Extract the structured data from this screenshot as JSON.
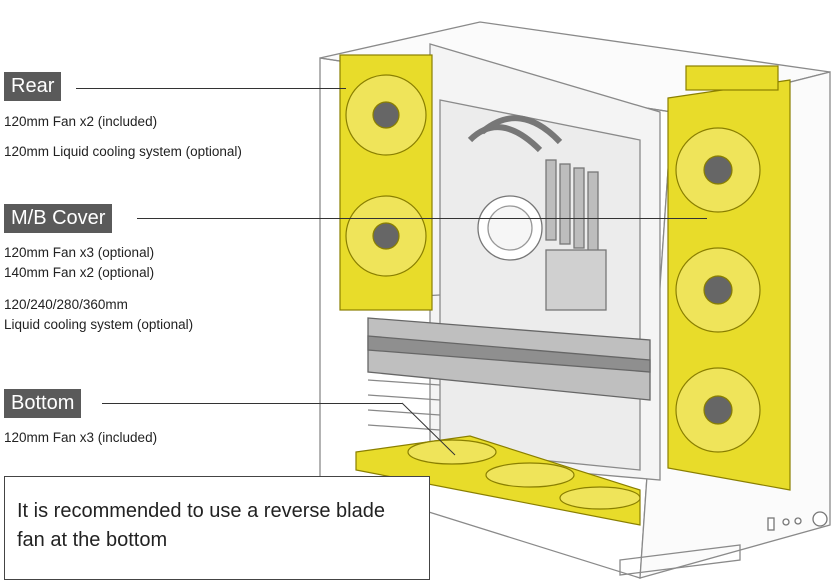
{
  "colors": {
    "fan_yellow": "#e8dc2a",
    "tag_bg": "#5a5a5a",
    "line_gray": "#888888"
  },
  "sections": {
    "rear": {
      "tag": "Rear",
      "lines": [
        "120mm Fan x2 (included)",
        "120mm Liquid cooling system (optional)"
      ]
    },
    "mb_cover": {
      "tag": "M/B Cover",
      "lines": [
        "120mm Fan x3 (optional)",
        "140mm Fan x2 (optional)",
        "120/240/280/360mm",
        "Liquid cooling system (optional)"
      ]
    },
    "bottom": {
      "tag": "Bottom",
      "lines": [
        "120mm Fan x3 (included)"
      ]
    }
  },
  "note": {
    "line1": "It is recommended to use a reverse blade",
    "line2": "fan at the bottom"
  }
}
